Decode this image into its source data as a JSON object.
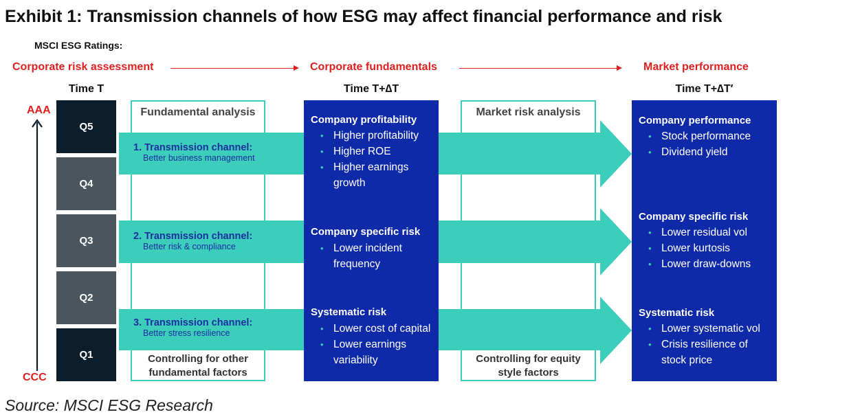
{
  "title": "Exhibit 1: Transmission channels of how ESG may affect financial performance and risk",
  "ratings_label": "MSCI ESG Ratings:",
  "stages": {
    "corporate_risk": "Corporate risk assessment",
    "corporate_fundamentals": "Corporate fundamentals",
    "market_performance": "Market performance"
  },
  "times": {
    "t": "Time T",
    "t_delta": "Time T+∆T",
    "t_delta_prime": "Time T+∆T′"
  },
  "rating_axis": {
    "top": "AAA",
    "bottom": "CCC"
  },
  "quintiles": [
    "Q5",
    "Q4",
    "Q3",
    "Q2",
    "Q1"
  ],
  "fundamental_box": {
    "heading": "Fundamental analysis",
    "footer_line1": "Controlling for other",
    "footer_line2": "fundamental factors"
  },
  "market_box": {
    "heading": "Market risk analysis",
    "footer_line1": "Controlling for equity",
    "footer_line2": "style factors"
  },
  "channels": [
    {
      "title": "1. Transmission channel:",
      "subtitle": "Better business management"
    },
    {
      "title": "2. Transmission channel:",
      "subtitle": "Better risk & compliance"
    },
    {
      "title": "3. Transmission channel:",
      "subtitle": "Better stress resilience"
    }
  ],
  "fundamentals_panel": {
    "profitability": {
      "heading": "Company profitability",
      "b1": "Higher profitability",
      "b2": "Higher ROE",
      "b3": "Higher earnings",
      "b3b": "growth"
    },
    "specific": {
      "heading": "Company specific risk",
      "b1": "Lower incident",
      "b1b": "frequency"
    },
    "systematic": {
      "heading": "Systematic risk",
      "b1": "Lower cost of capital",
      "b2": "Lower earnings",
      "b2b": "variability"
    }
  },
  "market_panel": {
    "performance": {
      "heading": "Company performance",
      "b1": "Stock performance",
      "b2": "Dividend yield"
    },
    "specific": {
      "heading": "Company specific risk",
      "b1": "Lower residual vol",
      "b2": "Lower kurtosis",
      "b3": "Lower draw-downs"
    },
    "systematic": {
      "heading": "Systematic risk",
      "b1": "Lower systematic vol",
      "b2": "Crisis resilience of",
      "b2b": "stock price"
    }
  },
  "source": "Source: MSCI ESG Research",
  "colors": {
    "teal": "#3ccdbb",
    "navy": "#0e2aa8",
    "red": "#e02020",
    "quintile_dark": "#0c1e2b",
    "quintile_grey": "#4a555d"
  }
}
